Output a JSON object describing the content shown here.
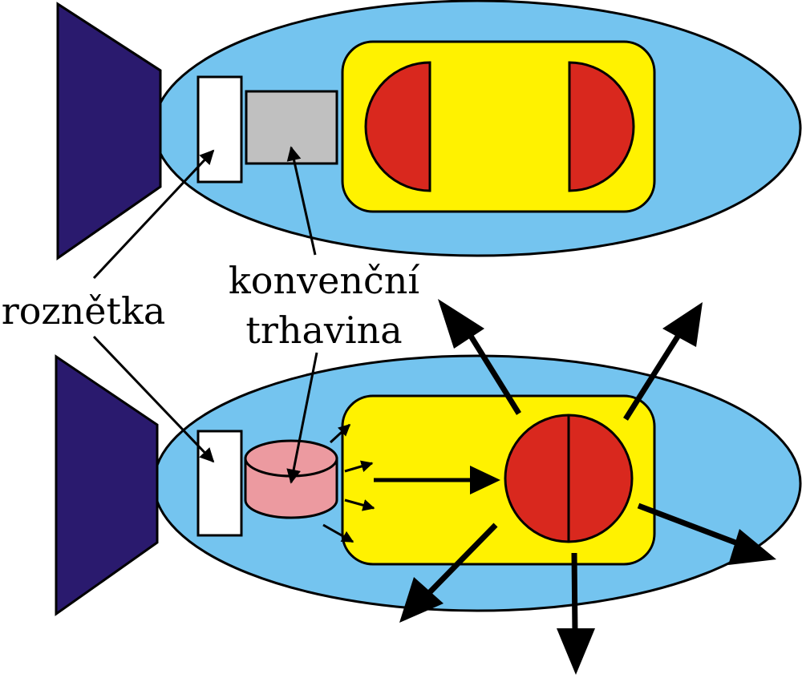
{
  "labels": {
    "detonator": "roznětka",
    "explosive_line1": "konvenční",
    "explosive_line2": "trhavina"
  },
  "colors": {
    "body": "#74c4ef",
    "tail_fin": "#2a1a6e",
    "chamber": "#fff200",
    "fissile": "#d9281e",
    "detonator": "#ffffff",
    "explosive_inert": "#c0c0c0",
    "explosive_detonated": "#ec9aa0",
    "outline": "#000000"
  },
  "diagrams": [
    {
      "state": "before detonation",
      "fissile": "two separated hemispheres"
    },
    {
      "state": "after detonation",
      "fissile": "hemispheres joined into a sphere"
    }
  ]
}
